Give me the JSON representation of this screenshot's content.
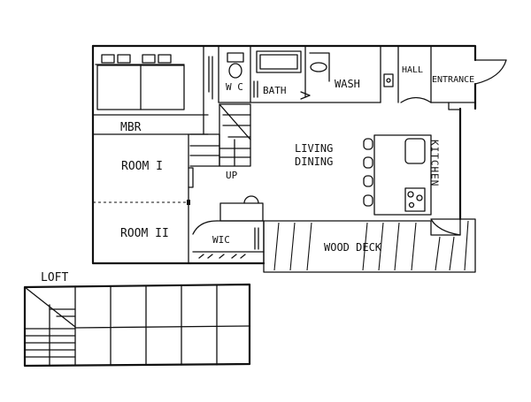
{
  "labels": {
    "mbr": "MBR",
    "wc": "W C",
    "bath": "BATH",
    "wash": "WASH",
    "hall": "HALL",
    "entrance": "ENTRANCE",
    "living": "LIVING",
    "dining": "DINING",
    "kitchen": "KITCHEN",
    "room1": "ROOM I",
    "room2": "ROOM II",
    "up": "UP",
    "wic": "WIC",
    "wood_deck": "WOOD DECK",
    "loft": "LOFT"
  }
}
